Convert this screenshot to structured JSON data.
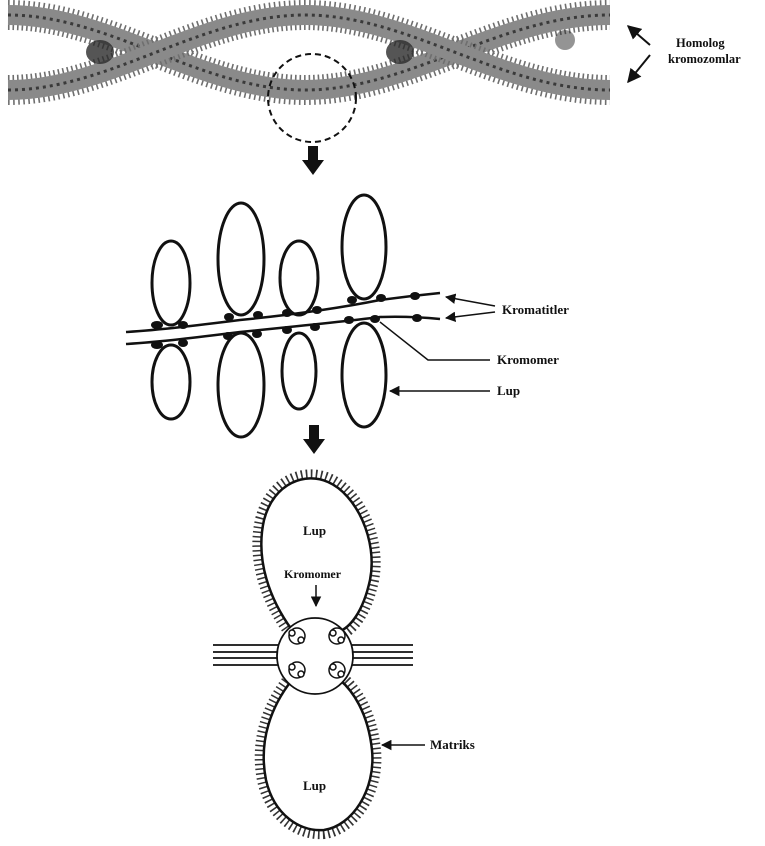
{
  "labels": {
    "homolog_line1": "Homolog",
    "homolog_line2": "kromozomlar",
    "kromatitler": "Kromatitler",
    "kromomer_mid": "Kromomer",
    "lup_mid": "Lup",
    "lup_top": "Lup",
    "kromomer_bottom": "Kromomer",
    "matriks": "Matriks",
    "lup_bottom": "Lup"
  },
  "colors": {
    "ink": "#111111",
    "chromosome_fill": "#8a8a8a",
    "chromosome_dark": "#3a3a3a"
  }
}
